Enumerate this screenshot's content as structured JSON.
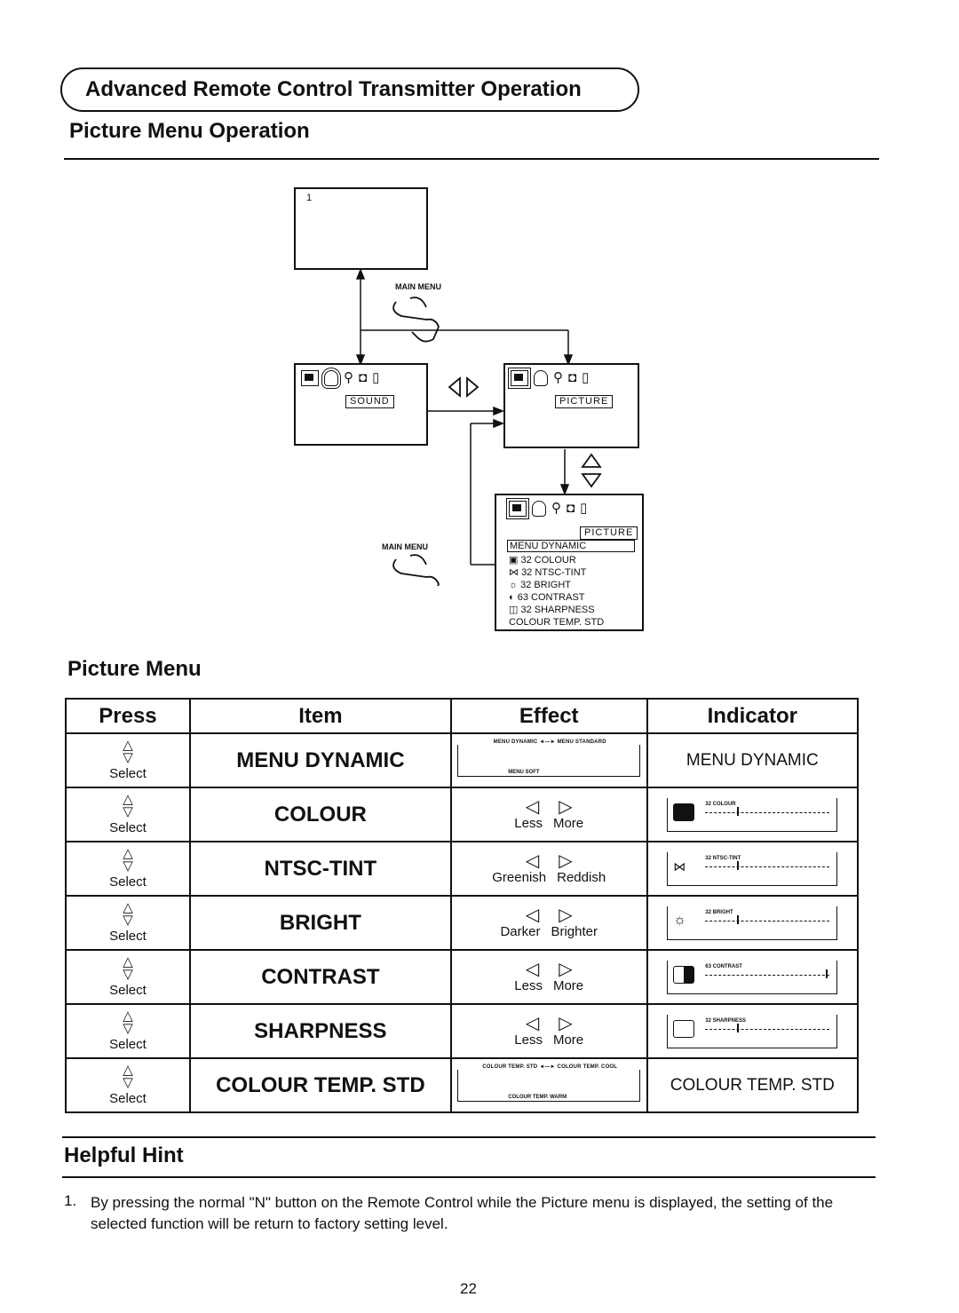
{
  "header": {
    "section_title": "Advanced Remote Control Transmitter Operation",
    "subtitle": "Picture Menu Operation"
  },
  "diagram": {
    "screen1_number": "1",
    "main_menu_label_1": "MAIN MENU",
    "main_menu_label_2": "MAIN MENU",
    "sound_label": "SOUND",
    "picture_label": "PICTURE",
    "picture_label_2": "PICTURE",
    "osd_header": "MENU  DYNAMIC",
    "osd_items": [
      "32  COLOUR",
      "32  NTSC-TINT",
      "32  BRIGHT",
      "63  CONTRAST",
      "32  SHARPNESS",
      "COLOUR TEMP. STD"
    ]
  },
  "picture_menu": {
    "title": "Picture Menu",
    "headers": [
      "Press",
      "Item",
      "Effect",
      "Indicator"
    ],
    "select_label": "Select",
    "rows": [
      {
        "item": "MENU DYNAMIC",
        "cycle_top": "MENU DYNAMIC ◄—► MENU STANDARD",
        "cycle_bottom": "MENU SOFT",
        "indicator_text": "MENU DYNAMIC"
      },
      {
        "item": "COLOUR",
        "less": "Less",
        "more": "More",
        "indicator_label": "32 COLOUR"
      },
      {
        "item": "NTSC-TINT",
        "less": "Greenish",
        "more": "Reddish",
        "indicator_label": "32 NTSC-TINT"
      },
      {
        "item": "BRIGHT",
        "less": "Darker",
        "more": "Brighter",
        "indicator_label": "32 BRIGHT"
      },
      {
        "item": "CONTRAST",
        "less": "Less",
        "more": "More",
        "indicator_label": "63 CONTRAST"
      },
      {
        "item": "SHARPNESS",
        "less": "Less",
        "more": "More",
        "indicator_label": "32 SHARPNESS"
      },
      {
        "item": "COLOUR TEMP. STD",
        "cycle_top": "COLOUR TEMP. STD ◄—► COLOUR TEMP. COOL",
        "cycle_bottom": "COLOUR TEMP. WARM",
        "indicator_text": "COLOUR TEMP. STD"
      }
    ]
  },
  "hint": {
    "title": "Helpful Hint",
    "number": "1.",
    "text": "By pressing the normal \"N\" button on the Remote Control while the Picture menu is displayed, the setting of the selected function will be return to factory setting level."
  },
  "page_number": "22"
}
